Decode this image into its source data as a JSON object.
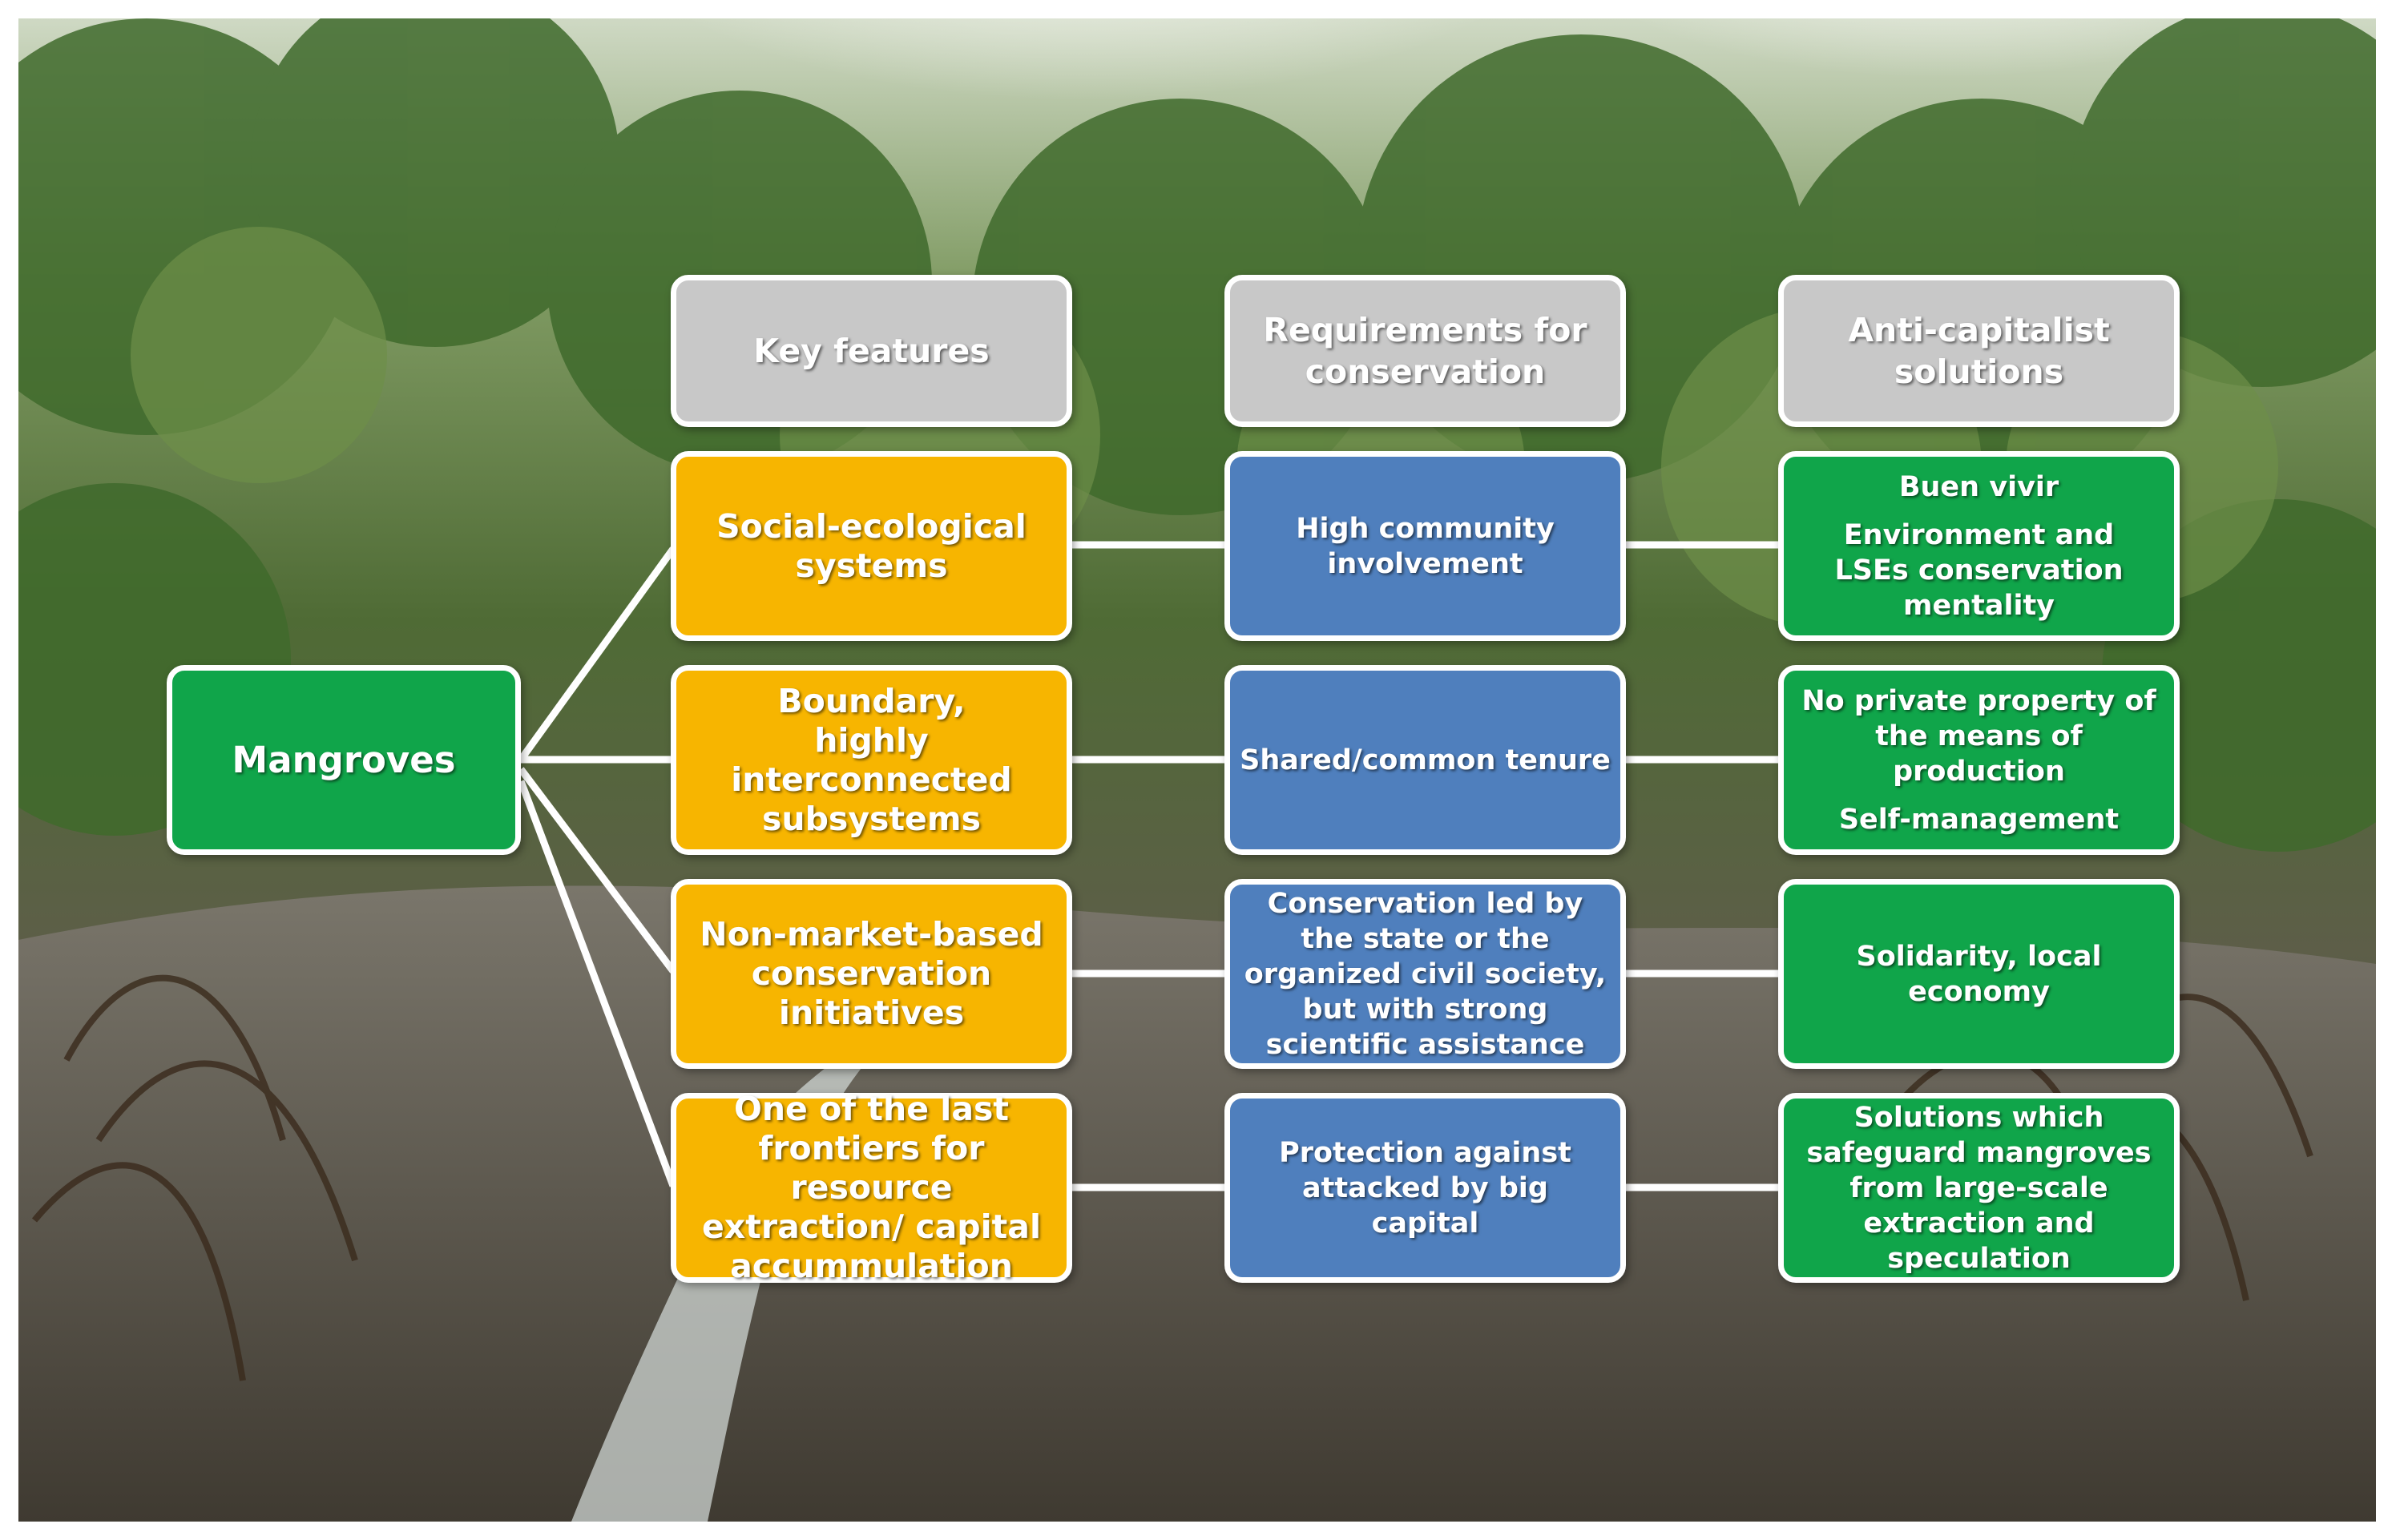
{
  "diagram": {
    "root": "Mangroves",
    "headers": [
      "Key features",
      "Requirements for conservation",
      "Anti-capitalist solutions"
    ],
    "rows": [
      {
        "feature": "Social-ecological systems",
        "requirement": "High community involvement",
        "solution": [
          "Buen vivir",
          "Environment and LSEs conservation mentality"
        ]
      },
      {
        "feature": "Boundary, highly interconnected subsystems",
        "requirement": "Shared/common tenure",
        "solution": [
          "No private property of the means of production",
          "Self-management"
        ]
      },
      {
        "feature": "Non-market-based conservation initiatives",
        "requirement": "Conservation led by the state or the organized civil society,  but with strong scientific assistance",
        "solution": [
          "Solidarity, local economy"
        ]
      },
      {
        "feature": "One of the last frontiers for resource extraction/ capital accummulation",
        "requirement": "Protection against attacked by big capital",
        "solution": [
          "Solutions which safeguard mangroves from large-scale extraction and speculation"
        ]
      }
    ],
    "colors": {
      "header": "#c8c8c8",
      "feature": "#f7b500",
      "requirement": "#4f7fbd",
      "solution": "#10a54a",
      "root": "#10a54a",
      "border": "#ffffff"
    }
  }
}
